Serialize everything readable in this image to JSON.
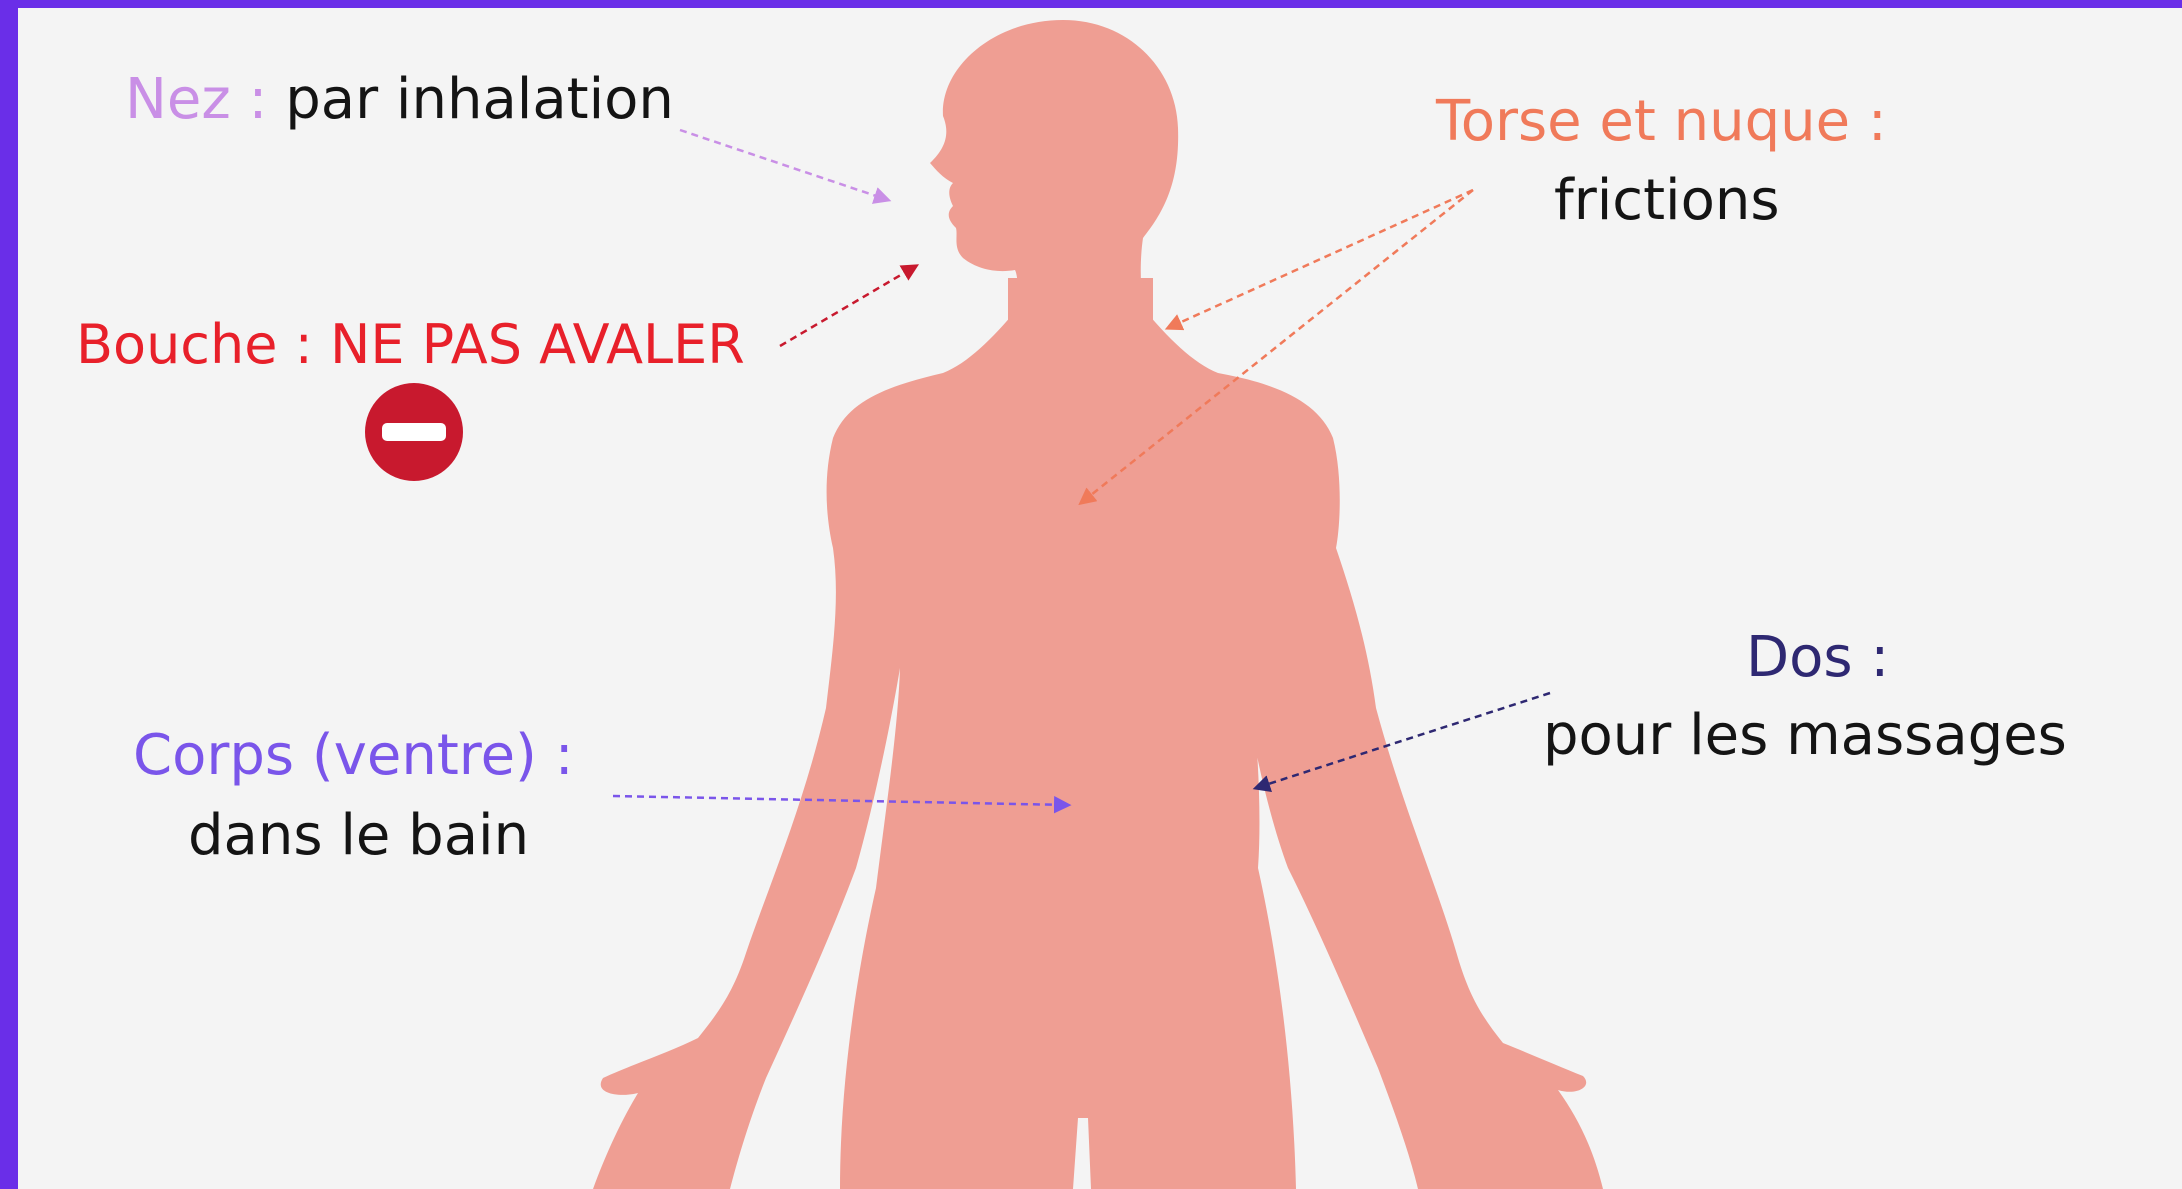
{
  "colors": {
    "background": "#f4f4f4",
    "frame": "#6a2ee8",
    "silhouette": "#ef9e93",
    "nez": "#c98fe6",
    "bouche": "#e8202a",
    "torse": "#f07a5a",
    "corps": "#7a55ea",
    "dos": "#2e2872",
    "text": "#141414",
    "no_entry": "#c8192e"
  },
  "labels": {
    "nez_title": "Nez :",
    "nez_text": "par inhalation",
    "bouche_text": "Bouche : NE PAS AVALER",
    "torse_title": "Torse et nuque :",
    "torse_text": "frictions",
    "corps_title": "Corps (ventre) :",
    "corps_text": "dans le bain",
    "dos_title": "Dos :",
    "dos_text": "pour les massages"
  },
  "icons": {
    "silhouette": "human-body-silhouette",
    "prohibition": "no-entry-icon"
  }
}
